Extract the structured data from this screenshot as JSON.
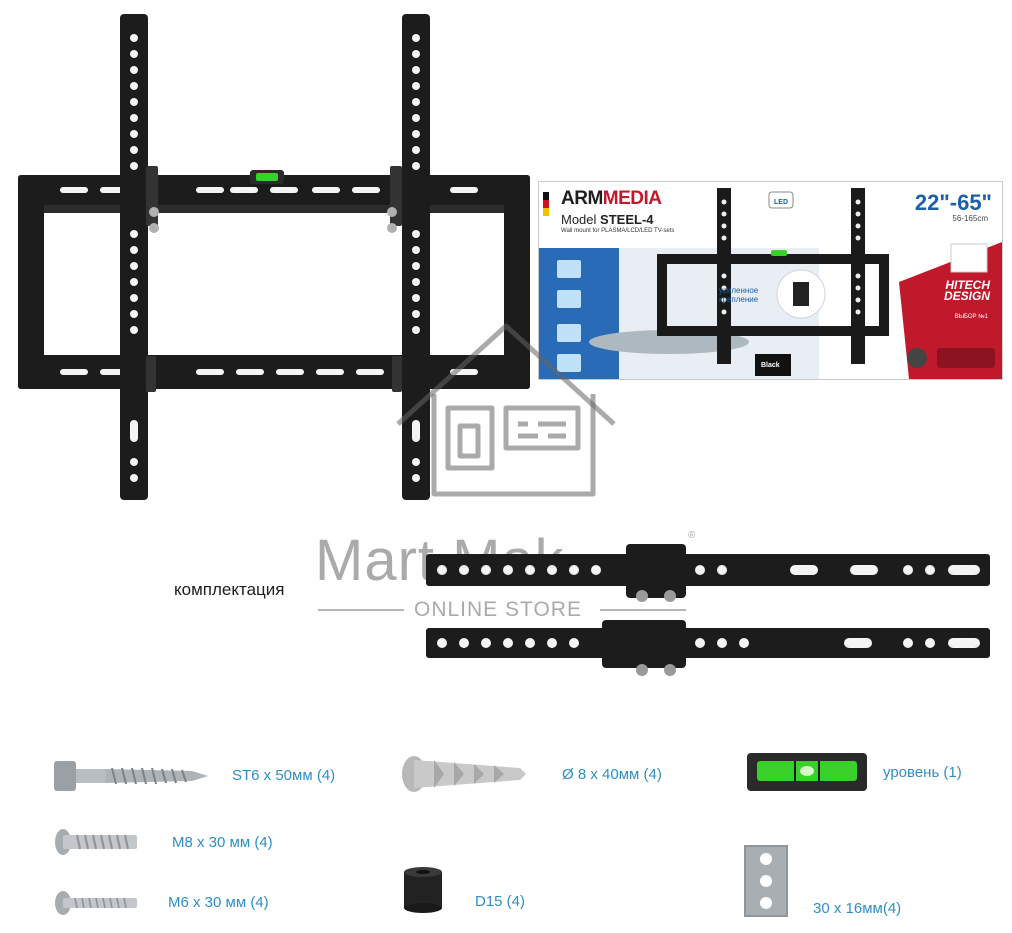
{
  "box": {
    "brand_prefix": "ARM",
    "brand_suffix": "MEDIA",
    "model_label": "Model",
    "model_value": "STEEL-4",
    "subtitle": "Wall mount for PLASMA/LCD/LED TV-sets",
    "size": "22\"-65\"",
    "size_cm": "56-165cm",
    "hitech_line1": "HITECH",
    "hitech_line2": "DESIGN",
    "choice": "ВЫБОР №1",
    "reinforce_1": "усиленное",
    "reinforce_2": "крепление",
    "color_label": "Black"
  },
  "watermark": {
    "title": "Mart Mak",
    "registered": "®",
    "subtitle": "ONLINE STORE"
  },
  "kit_label": "комплектация",
  "parts": {
    "st6": "ST6 x 50мм (4)",
    "dowel": "Ø 8 x 40мм (4)",
    "level": "уровень (1)",
    "m8": "M8 x 30 мм (4)",
    "m6": "M6 x 30 мм (4)",
    "d15": "D15 (4)",
    "plate": "30 x 16мм(4)"
  },
  "colors": {
    "steel": "#1c1c1c",
    "label_blue": "#2e8fc4",
    "box_blue": "#1d5fa8",
    "box_red": "#c0192b",
    "level_green": "#39d02a"
  }
}
